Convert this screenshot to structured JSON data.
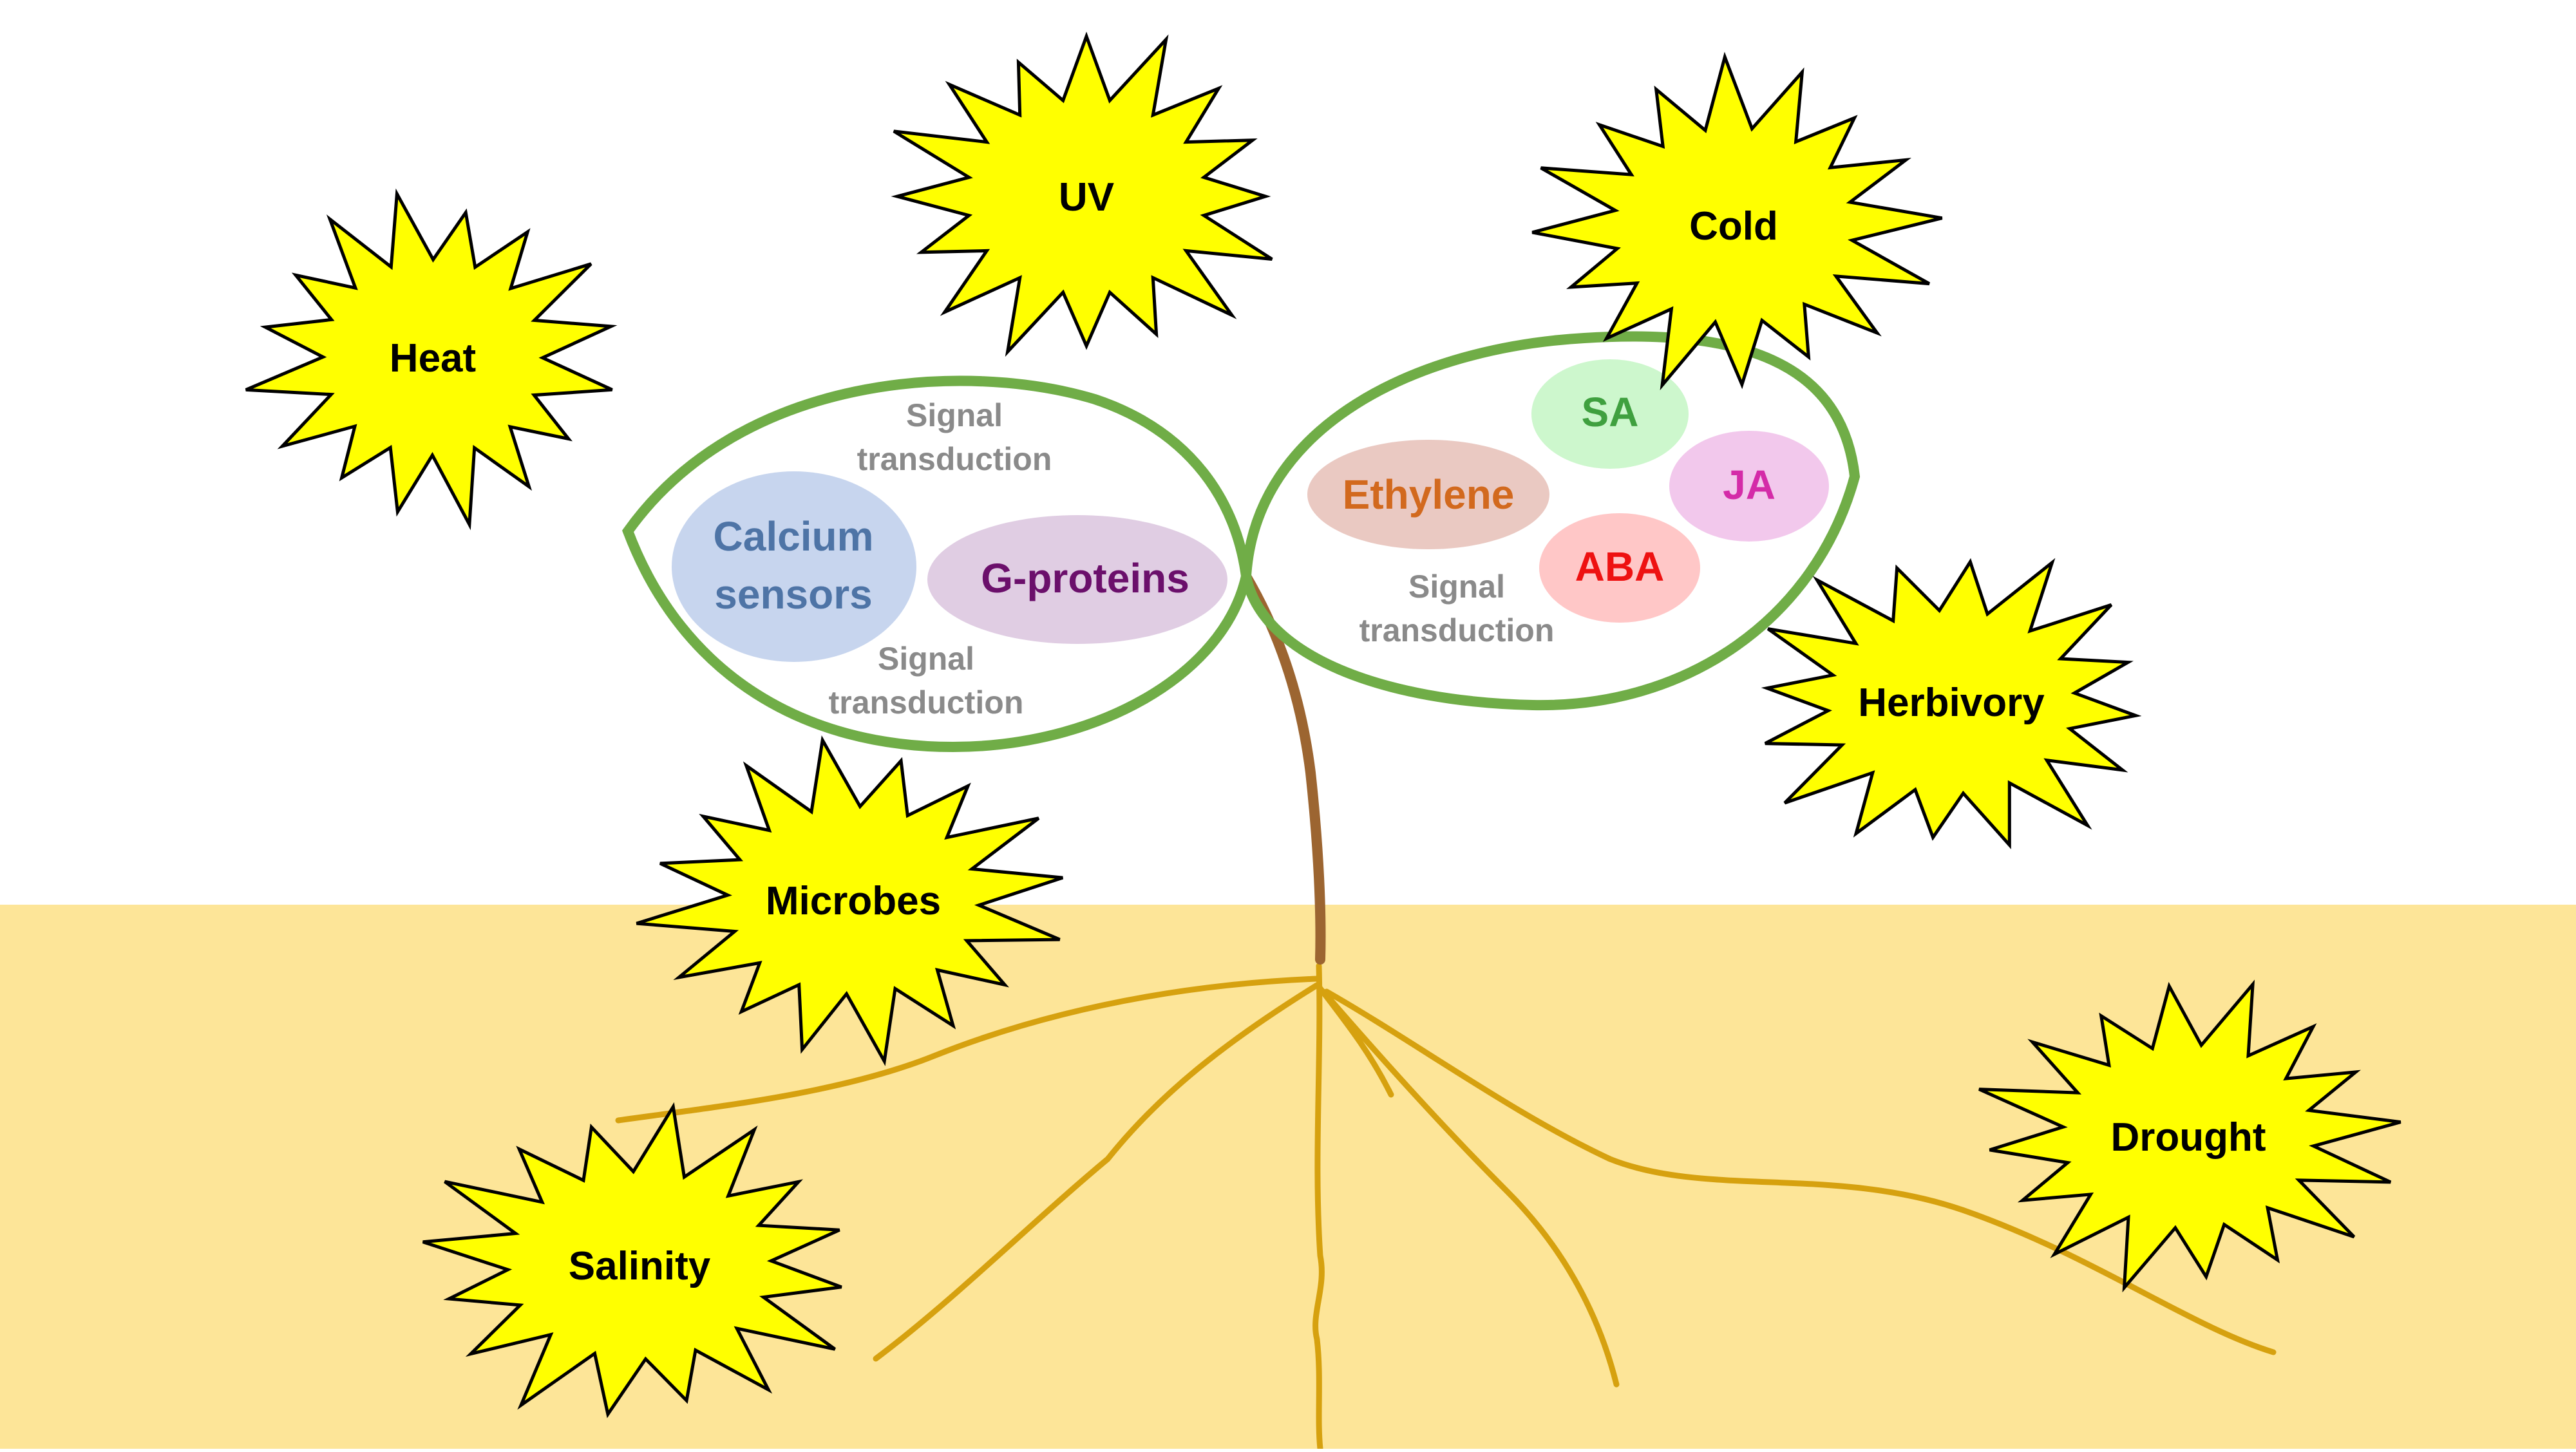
{
  "colors": {
    "soil": "#FDE598",
    "sky": "#FFFFFF",
    "leaf_outline": "#70AD47",
    "stem": "#9C6531",
    "root": "#D6A10F",
    "burst_fill": "#FFFF00",
    "burst_stroke": "#000000"
  },
  "stresses": {
    "heat": "Heat",
    "uv": "UV",
    "cold": "Cold",
    "herbivory": "Herbivory",
    "microbes": "Microbes",
    "salinity": "Salinity",
    "drought": "Drought"
  },
  "left_leaf": {
    "calcium_sensors_line1": "Calcium",
    "calcium_sensors_line2": "sensors",
    "g_proteins": "G-proteins",
    "signal_top_line1": "Signal",
    "signal_top_line2": "transduction",
    "signal_bottom_line1": "Signal",
    "signal_bottom_line2": "transduction",
    "calcium_color": "#C7D5EE",
    "calcium_text_color": "#4E74A6",
    "gprotein_color": "#E0CDE3",
    "gprotein_text_color": "#6B0F6B"
  },
  "right_leaf": {
    "sa": "SA",
    "ja": "JA",
    "ethylene": "Ethylene",
    "aba": "ABA",
    "signal_line1": "Signal",
    "signal_line2": "transduction",
    "sa_color": "#CDF7CD",
    "sa_text_color": "#3FA03F",
    "ja_color": "#F2C8EC",
    "ja_text_color": "#D42BA8",
    "ethylene_color": "#EAC9C2",
    "ethylene_text_color": "#D2691E",
    "aba_color": "#FFC7C7",
    "aba_text_color": "#EE1111"
  }
}
